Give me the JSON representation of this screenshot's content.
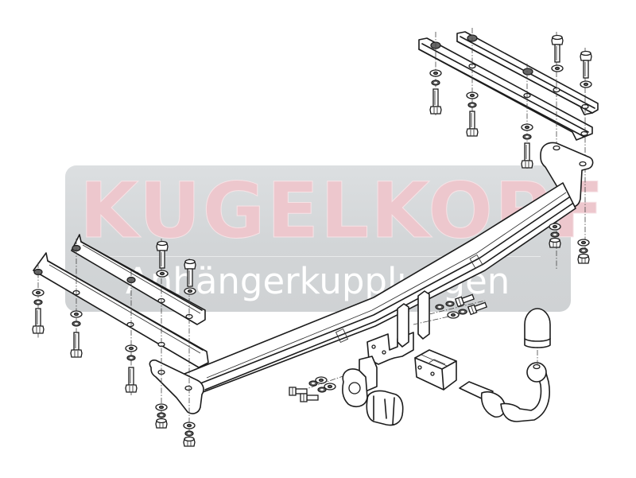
{
  "watermark": {
    "brand": "KUGELKOPF",
    "tagline": "Anhängerkupplungen",
    "panel_color": "#d3d6d8",
    "brand_color": "#edc7cd",
    "tagline_color": "#ffffff"
  },
  "diagram": {
    "type": "exploded assembly drawing",
    "subject": "tow bar (trailer hitch)",
    "components": [
      {
        "id": "main-crossbar",
        "label": "Main cross beam"
      },
      {
        "id": "right-mounting-rail-front",
        "label": "Right mounting rail (front)"
      },
      {
        "id": "right-mounting-rail-rear",
        "label": "Right mounting rail (rear)"
      },
      {
        "id": "left-mounting-rail-front",
        "label": "Left mounting rail (front)"
      },
      {
        "id": "left-mounting-rail-rear",
        "label": "Left mounting rail (rear)"
      },
      {
        "id": "right-end-bracket",
        "label": "Right end bracket"
      },
      {
        "id": "left-end-bracket",
        "label": "Left end bracket"
      },
      {
        "id": "center-receiver-bracket",
        "label": "Center receiver bracket"
      },
      {
        "id": "socket-plate",
        "label": "Electrical socket plate"
      },
      {
        "id": "socket-cover",
        "label": "Socket cover"
      },
      {
        "id": "lock-block",
        "label": "Detachable lock block"
      },
      {
        "id": "ball-neck",
        "label": "Detachable ball neck"
      },
      {
        "id": "ball-cap",
        "label": "Tow ball cap"
      },
      {
        "id": "bolts",
        "label": "Bolts, washers and nuts"
      }
    ]
  }
}
